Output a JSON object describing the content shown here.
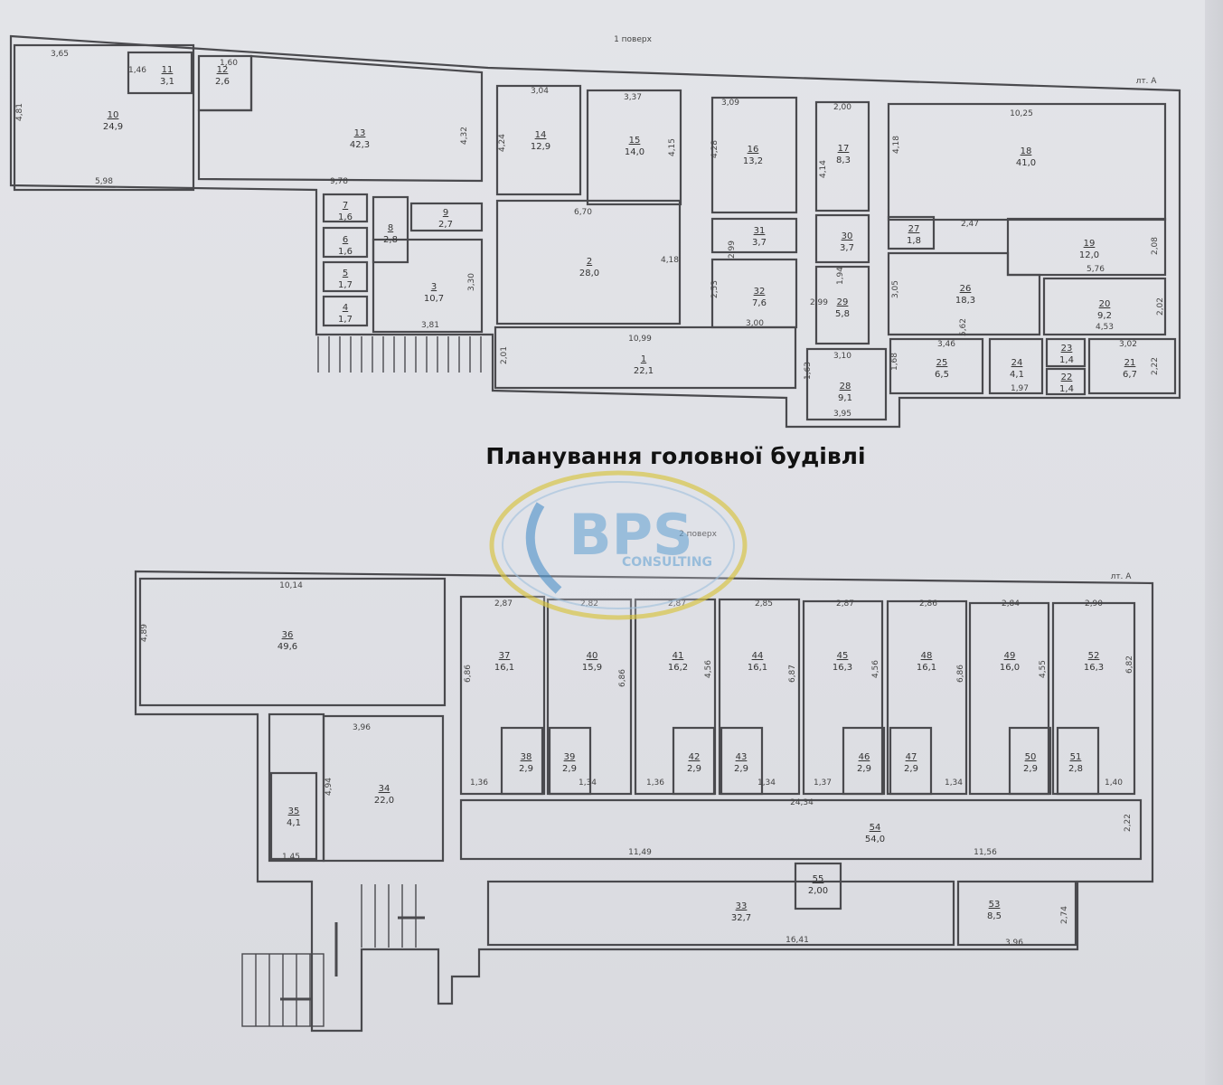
{
  "heading": "Планування головної будівлі",
  "floor1": {
    "label": "1 поверх",
    "lit": "лт. А",
    "rooms": [
      {
        "n": "10",
        "a": "24,9"
      },
      {
        "n": "11",
        "a": "3,1"
      },
      {
        "n": "12",
        "a": "2,6"
      },
      {
        "n": "13",
        "a": "42,3"
      },
      {
        "n": "14",
        "a": "12,9"
      },
      {
        "n": "15",
        "a": "14,0"
      },
      {
        "n": "16",
        "a": "13,2"
      },
      {
        "n": "17",
        "a": "8,3"
      },
      {
        "n": "18",
        "a": "41,0"
      },
      {
        "n": "7",
        "a": "1,6"
      },
      {
        "n": "8",
        "a": "2,8"
      },
      {
        "n": "9",
        "a": "2,7"
      },
      {
        "n": "6",
        "a": "1,6"
      },
      {
        "n": "5",
        "a": "1,7"
      },
      {
        "n": "4",
        "a": "1,7"
      },
      {
        "n": "3",
        "a": "10,7"
      },
      {
        "n": "2",
        "a": "28,0"
      },
      {
        "n": "31",
        "a": "3,7"
      },
      {
        "n": "30",
        "a": "3,7"
      },
      {
        "n": "27",
        "a": "1,8"
      },
      {
        "n": "19",
        "a": "12,0"
      },
      {
        "n": "32",
        "a": "7,6"
      },
      {
        "n": "29",
        "a": "5,8"
      },
      {
        "n": "26",
        "a": "18,3"
      },
      {
        "n": "20",
        "a": "9,2"
      },
      {
        "n": "1",
        "a": "22,1"
      },
      {
        "n": "28",
        "a": "9,1"
      },
      {
        "n": "25",
        "a": "6,5"
      },
      {
        "n": "24",
        "a": "4,1"
      },
      {
        "n": "23",
        "a": "1,4"
      },
      {
        "n": "22",
        "a": "1,4"
      },
      {
        "n": "21",
        "a": "6,7"
      }
    ],
    "dims": [
      "3,65",
      "4,81",
      "1,46",
      "1,60",
      "5,98",
      "9,78",
      "4,32",
      "3,04",
      "4,24",
      "3,37",
      "4,15",
      "3,09",
      "4,28",
      "2,00",
      "4,14",
      "4,18",
      "10,25",
      "6,70",
      "2,99",
      "4,18",
      "3,30",
      "3,81",
      "1,94",
      "2,99",
      "3,05",
      "2,47",
      "5,76",
      "2,08",
      "2,53",
      "3,00",
      "5,62",
      "4,53",
      "2,02",
      "10,99",
      "2,01",
      "3,10",
      "3,46",
      "3,02",
      "1,63",
      "1,68",
      "2,22",
      "3,95",
      "1,97"
    ]
  },
  "floor2": {
    "label": "2 поверх",
    "lit": "лт. А",
    "rooms": [
      {
        "n": "36",
        "a": "49,6"
      },
      {
        "n": "37",
        "a": "16,1"
      },
      {
        "n": "40",
        "a": "15,9"
      },
      {
        "n": "41",
        "a": "16,2"
      },
      {
        "n": "44",
        "a": "16,1"
      },
      {
        "n": "45",
        "a": "16,3"
      },
      {
        "n": "48",
        "a": "16,1"
      },
      {
        "n": "49",
        "a": "16,0"
      },
      {
        "n": "52",
        "a": "16,3"
      },
      {
        "n": "38",
        "a": "2,9"
      },
      {
        "n": "39",
        "a": "2,9"
      },
      {
        "n": "42",
        "a": "2,9"
      },
      {
        "n": "43",
        "a": "2,9"
      },
      {
        "n": "46",
        "a": "2,9"
      },
      {
        "n": "47",
        "a": "2,9"
      },
      {
        "n": "50",
        "a": "2,9"
      },
      {
        "n": "51",
        "a": "2,8"
      },
      {
        "n": "35",
        "a": "4,1"
      },
      {
        "n": "34",
        "a": "22,0"
      },
      {
        "n": "54",
        "a": "54,0"
      },
      {
        "n": "55",
        "a": "2,00"
      },
      {
        "n": "33",
        "a": "32,7"
      },
      {
        "n": "53",
        "a": "8,5"
      }
    ],
    "dims": [
      "10,14",
      "4,89",
      "2,87",
      "2,82",
      "2,87",
      "2,85",
      "2,87",
      "2,86",
      "2,84",
      "2,90",
      "6,86",
      "6,86",
      "4,56",
      "6,87",
      "4,56",
      "6,86",
      "4,55",
      "6,82",
      "3,96",
      "4,94",
      "1,45",
      "1,36",
      "1,34",
      "1,36",
      "1,34",
      "1,37",
      "1,34",
      "1,40",
      "24,34",
      "11,49",
      "11,56",
      "2,22",
      "2,74",
      "16,41",
      "3,96"
    ]
  },
  "watermark": {
    "brand": "BPS",
    "sub": "CONSULTING",
    "color": "#4a8fc8",
    "ring": "#d9c64a"
  }
}
